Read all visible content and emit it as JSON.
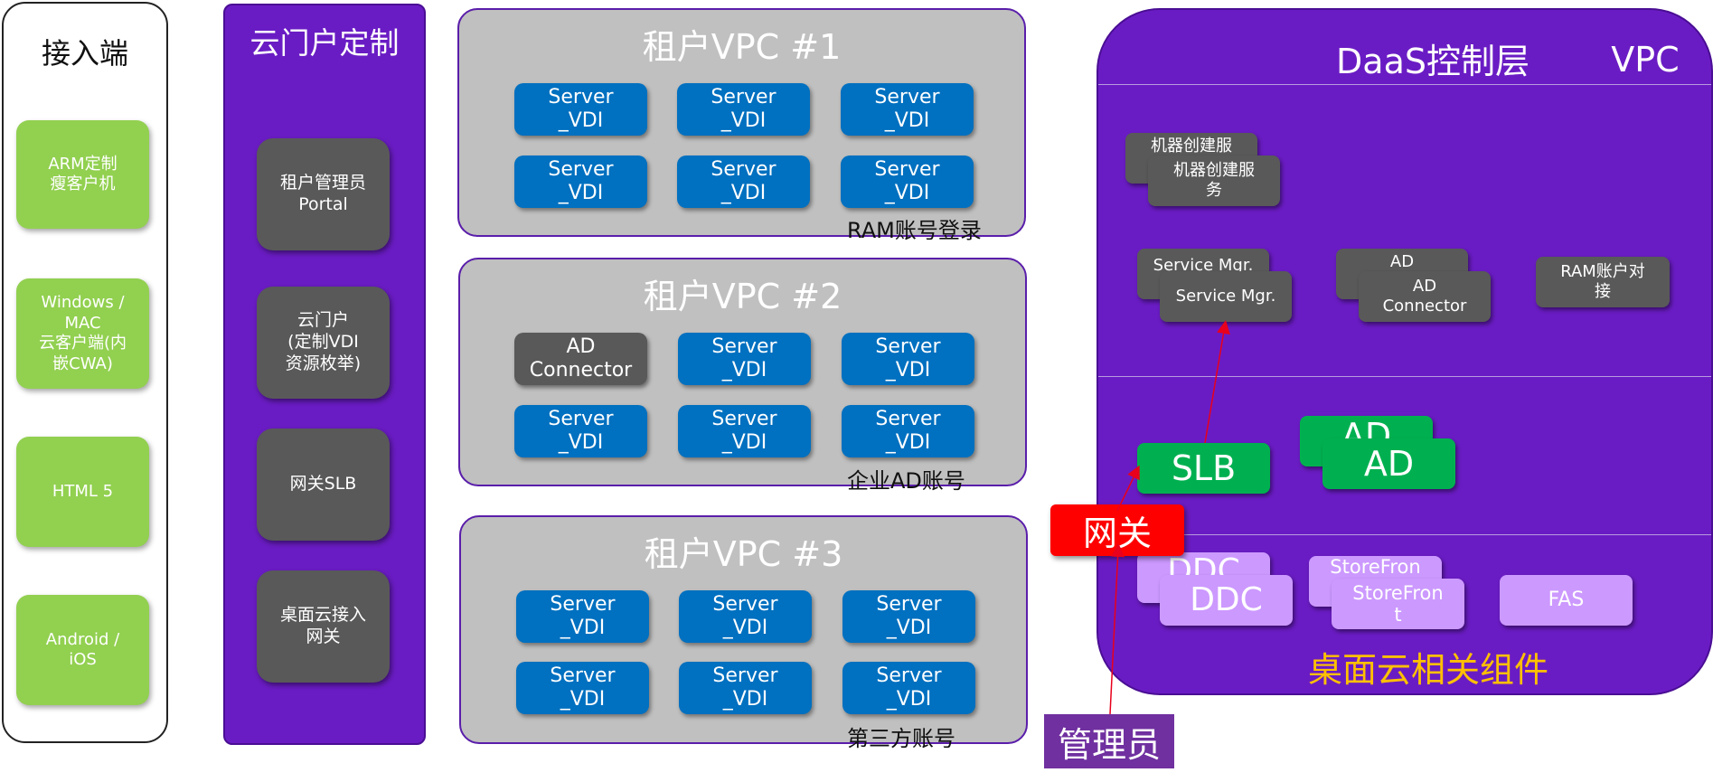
{
  "access": {
    "title": "接入端",
    "items": [
      "ARM定制\n瘦客户机",
      "Windows /\nMAC\n云客户端(内\n嵌CWA)",
      "HTML 5",
      "Android /\niOS"
    ]
  },
  "portal": {
    "title": "云门户定制",
    "items": [
      "租户管理员\nPortal",
      "云门户\n(定制VDI\n资源枚举)",
      "网关SLB",
      "桌面云接入\n网关"
    ]
  },
  "vpc1": {
    "title": "租户VPC #1",
    "cells": [
      "Server\n_VDI",
      "Server\n_VDI",
      "Server\n_VDI",
      "Server\n_VDI",
      "Server\n_VDI",
      "Server\n_VDI"
    ],
    "note": "RAM账号登录"
  },
  "vpc2": {
    "title": "租户VPC #2",
    "connector": "AD\nConnector",
    "cells": [
      "Server\n_VDI",
      "Server\n_VDI",
      "Server\n_VDI",
      "Server\n_VDI",
      "Server\n_VDI"
    ],
    "note": "企业AD账号"
  },
  "vpc3": {
    "title": "租户VPC #3",
    "cells": [
      "Server\n_VDI",
      "Server\n_VDI",
      "Server\n_VDI",
      "Server\n_VDI",
      "Server\n_VDI",
      "Server\n_VDI"
    ],
    "note": "第三方账号"
  },
  "daas": {
    "title": "DaaS控制层",
    "vpc_label": "VPC",
    "machine_back": "机器创建服",
    "machine_front": "机器创建服\n务",
    "svc_back": "Service Mgr.",
    "svc_front": "Service Mgr.",
    "adc_back": "AD\nConnector",
    "adc_front": "AD\nConnector",
    "ram": "RAM账户对\n接",
    "slb": "SLB",
    "ad_back": "AD",
    "ad_front": "AD",
    "ddc_back": "DDC",
    "ddc_front": "DDC",
    "sf_back": "StoreFron\nt",
    "sf_front": "StoreFron\nt",
    "fas": "FAS",
    "components_label": "桌面云相关组件"
  },
  "gateway": "网关",
  "admin": "管理员",
  "colors": {
    "purple": "#6a1cc4",
    "vdi_blue": "#0070c0",
    "client_green": "#92d050",
    "ad_green": "#00b050",
    "gateway_red": "#ff0000",
    "component_lavender": "#cc99ff",
    "label_orange": "#ffc000",
    "arrow_red": "#e8001c"
  }
}
